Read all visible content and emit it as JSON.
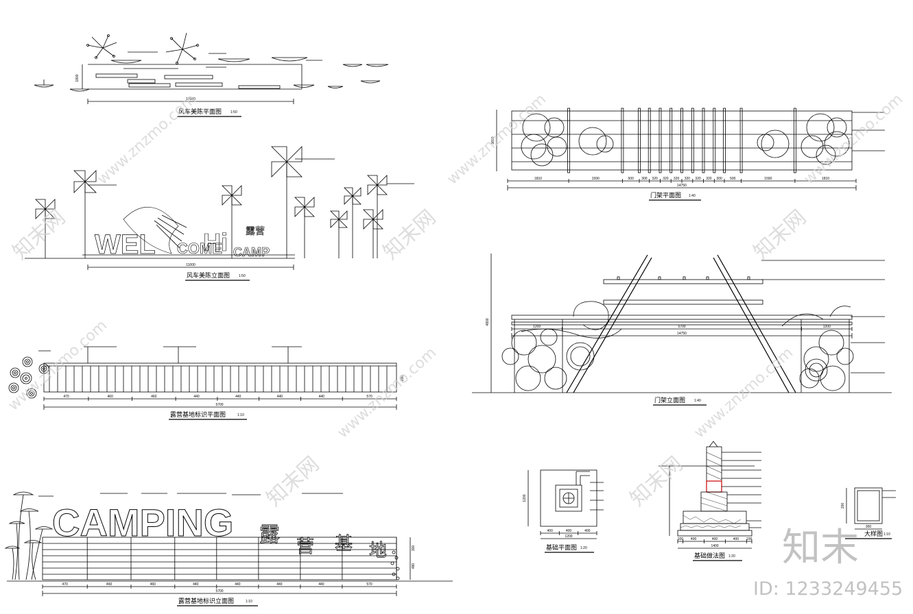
{
  "titles": {
    "windmill_plan": "风车美陈平面图",
    "windmill_plan_scale": "1:50",
    "windmill_elev": "风车美陈立面图",
    "windmill_elev_scale": "1:50",
    "sign_plan": "露营基地标识平面图",
    "sign_plan_scale": "1:10",
    "sign_elev": "露营基地标识立面图",
    "sign_elev_scale": "1:10",
    "gate_plan": "门架平面图",
    "gate_plan_scale": "1:40",
    "gate_elev": "门架立面图",
    "gate_elev_scale": "1:40",
    "found_plan": "基础平面图",
    "found_plan_scale": "1:20",
    "found_method": "基础做法图",
    "found_method_scale": "1:20",
    "sample": "大样图",
    "sample_scale": "1:10"
  },
  "dims": {
    "wp_total": "17000",
    "wp_height": "1800",
    "we_total": "11000",
    "sp_segments": [
      "470",
      "460",
      "460",
      "440",
      "440",
      "440",
      "440",
      "570"
    ],
    "sp_total": "5700",
    "sp_height": "200",
    "se_segments": [
      "470",
      "460",
      "460",
      "440",
      "440",
      "440",
      "440",
      "570"
    ],
    "se_total": "5700",
    "se_heights": [
      "300",
      "480"
    ],
    "gp_segments": [
      "1810",
      "1590",
      "500",
      "300",
      "320",
      "320",
      "320",
      "320",
      "320",
      "320",
      "300",
      "500",
      "1590",
      "1810"
    ],
    "gp_total": "14750",
    "gp_height": "3650",
    "ge_segments": [
      "1200",
      "5700",
      "1200"
    ],
    "ge_total": "14750",
    "ge_height": "4800",
    "fp_segments": [
      "400",
      "400",
      "400"
    ],
    "fp_total": "1200",
    "fp_height": "1200",
    "fm_segments": [
      "100",
      "400",
      "400",
      "400",
      "100"
    ],
    "fm_total": "1400",
    "sample_w": "300",
    "sample_h": "200"
  },
  "sign_words": {
    "elev_left": "WEL",
    "elev_mid": "COME",
    "elev_hi": "Hi",
    "elev_camp": "CAMP",
    "elev_cn": "露营",
    "camping": "CAMPING",
    "cn_chars": [
      "露",
      "营",
      "基",
      "地"
    ]
  },
  "watermark": {
    "logo": "知末",
    "id_label": "ID: 1233249455",
    "site": "www.znzmo.com",
    "site_cn": "知末网"
  },
  "colors": {
    "line": "#000000",
    "watermark": "#cfcfcf",
    "logo": "#c4c4c4"
  }
}
